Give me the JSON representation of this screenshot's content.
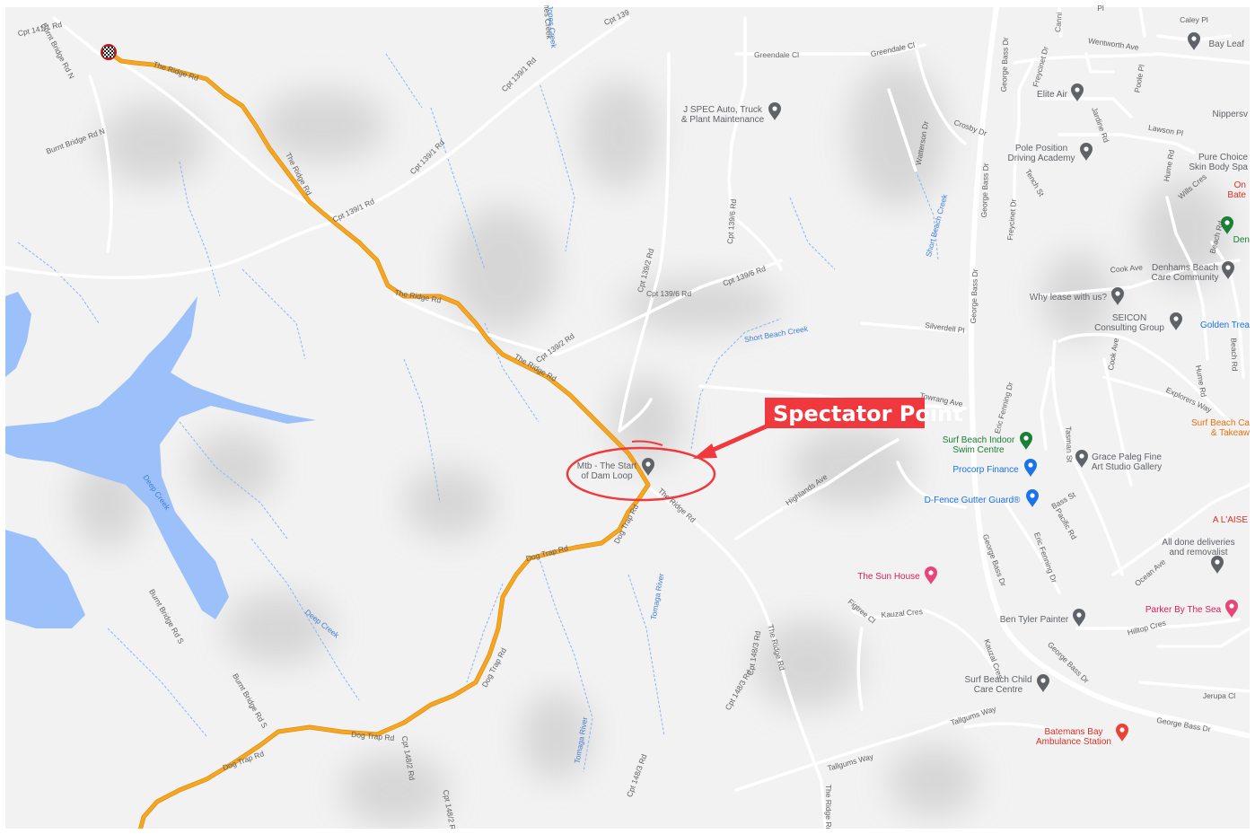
{
  "callout": {
    "label": "Spectator Point",
    "color": "#f0383f"
  },
  "colors": {
    "route": "#f5a623",
    "water": "#9cc0f9",
    "stream": "#8ab4f8",
    "road": "#ffffff",
    "land": "#f2f2f2"
  },
  "markers": {
    "start_finish": "checkered-flag-icon"
  },
  "road_labels": [
    "Cpt 141/1 Rd",
    "Burnt Bridge Rd N",
    "The Ridge Rd",
    "Burnt Bridge Rd N",
    "The Ridge Rd",
    "Cpt 139/1 Rd",
    "Cpt 139/1 Rd",
    "Cpt 139/1 Rd",
    "The Ridge Rd",
    "The Ridge Rd",
    "Cpt 139/2 Rd",
    "Cpt 139/2 Rd",
    "Cpt 139/6 Rd",
    "Cpt 139/6 Rd",
    "Cpt 139/6 Rd",
    "Cpt 139",
    "Greendale Cl",
    "Greendale Cl",
    "Crosby Dr",
    "Watterson Dr",
    "Silverdell Pl",
    "Towrang Ave",
    "Highlands Ave",
    "The Ridge Rd",
    "Dog Trap Rd",
    "Dog Trap Rd",
    "Dog Trap Rd",
    "Dog Trap Rd",
    "Dog Trap Rd",
    "Burnt Bridge Rd S",
    "Burnt Bridge Rd S",
    "Cpt 148/2 Rd",
    "Cpt 148/2 Rd",
    "Cpt 148/3 Rd",
    "Cpt 148/3 Rd",
    "Cpt 148/3 Rd",
    "The Ridge Rd",
    "The Ridge Rd",
    "Tallgums Way",
    "Tallgums Way",
    "George Bass Dr",
    "George Bass Dr",
    "George Bass Dr",
    "George Bass Dr",
    "George Bass Dr",
    "George Bass Dr",
    "Freycinet Dr",
    "Freycinet Dr",
    "Tench St",
    "Eric Fenning Dr",
    "Eric Fenning Dr",
    "Tasman St",
    "Bass St",
    "Pacific Rd",
    "Cook Ave",
    "Cook Ave",
    "Explorers Way",
    "Hume Rd",
    "Hume Rd",
    "Beach Rd",
    "Beach Rd",
    "Wentworth Ave",
    "Poole Pl",
    "Jardine Rd",
    "Lawson Pl",
    "Wills Cres",
    "Caley Pl",
    "Ocean Ave",
    "Hilltop Cres",
    "Figtree Cl",
    "Kauzal Cres",
    "Kauzal Cres",
    "Jerupa Cl",
    "Jones Creek",
    "Canni",
    "Pl"
  ],
  "water_labels": [
    "Deep Creek",
    "Deep Creek",
    "Short Beach Creek",
    "Short Beach Creek",
    "Tomaga River",
    "Tomaga River",
    "Jones Creek"
  ],
  "pois": [
    {
      "name": "Mtb - The Start of Dam Loop",
      "line1": "Mtb - The Start",
      "line2": "of Dam Loop",
      "style": "poi-label"
    },
    {
      "name": "J SPEC Auto, Truck & Plant Maintenance",
      "line1": "J SPEC Auto, Truck",
      "line2": "& Plant Maintenance",
      "style": "poi-label"
    },
    {
      "name": "Elite Air",
      "line1": "Elite Air",
      "line2": "",
      "style": "poi-label"
    },
    {
      "name": "Pole Position Driving Academy",
      "line1": "Pole Position",
      "line2": "Driving Academy",
      "style": "poi-label"
    },
    {
      "name": "Bay Leaf",
      "line1": "Bay Leaf",
      "line2": "",
      "style": "poi-label"
    },
    {
      "name": "Nippersv",
      "line1": "Nippersv",
      "line2": "",
      "style": "poi-label"
    },
    {
      "name": "Pure Choice Skin Body Spa",
      "line1": "Pure Choice",
      "line2": "Skin Body Spa",
      "style": "poi-label"
    },
    {
      "name": "On Bate",
      "line1": "On",
      "line2": "Bate",
      "style": "poi-red"
    },
    {
      "name": "Den",
      "line1": "Den",
      "line2": "",
      "style": "poi-green"
    },
    {
      "name": "Denhams Beach Care Community",
      "line1": "Denhams Beach",
      "line2": "Care Community",
      "style": "poi-label"
    },
    {
      "name": "Why lease with us?",
      "line1": "Why lease with us?",
      "line2": "",
      "style": "poi-label"
    },
    {
      "name": "SEICON Consulting Group",
      "line1": "SEICON",
      "line2": "Consulting Group",
      "style": "poi-label"
    },
    {
      "name": "Golden Trea",
      "line1": "Golden Trea",
      "line2": "",
      "style": "poi-blue"
    },
    {
      "name": "Surf Beach Ca & Takeaw",
      "line1": "Surf Beach Ca",
      "line2": "& Takeaw",
      "style": "poi-orange"
    },
    {
      "name": "Surf Beach Indoor Swim Centre",
      "line1": "Surf Beach Indoor",
      "line2": "Swim Centre",
      "style": "poi-green"
    },
    {
      "name": "Procorp Finance",
      "line1": "Procorp Finance",
      "line2": "",
      "style": "poi-blue"
    },
    {
      "name": "Grace Paleg Fine Art Studio Gallery",
      "line1": "Grace Paleg Fine",
      "line2": "Art Studio Gallery",
      "style": "poi-label"
    },
    {
      "name": "D-Fence Gutter Guard®",
      "line1": "D-Fence Gutter Guard®",
      "line2": "",
      "style": "poi-blue"
    },
    {
      "name": "A L'AISE",
      "line1": "A L'AISE",
      "line2": "",
      "style": "poi-red"
    },
    {
      "name": "All done deliveries and removalist",
      "line1": "All done deliveries",
      "line2": "and removalist",
      "style": "poi-label"
    },
    {
      "name": "The Sun House",
      "line1": "The Sun House",
      "line2": "",
      "style": "poi-pink"
    },
    {
      "name": "Parker By The Sea",
      "line1": "Parker By The Sea",
      "line2": "",
      "style": "poi-pink"
    },
    {
      "name": "Ben Tyler Painter",
      "line1": "Ben Tyler Painter",
      "line2": "",
      "style": "poi-label"
    },
    {
      "name": "Surf Beach Child Care Centre",
      "line1": "Surf Beach Child",
      "line2": "Care Centre",
      "style": "poi-label"
    },
    {
      "name": "Batemans Bay Ambulance Station",
      "line1": "Batemans Bay",
      "line2": "Ambulance Station",
      "style": "poi-red"
    }
  ]
}
